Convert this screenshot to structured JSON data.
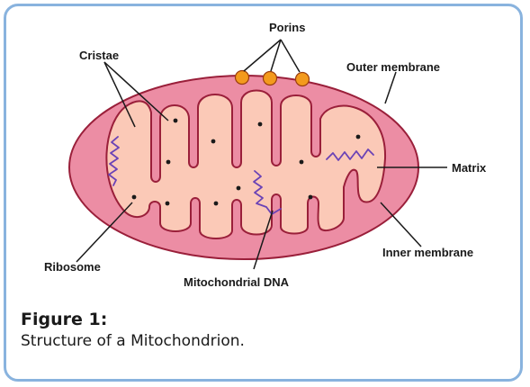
{
  "colors": {
    "border": "#89b3de",
    "outer_membrane": "#ec8da4",
    "matrix": "#fbc9b7",
    "membrane_stroke": "#9a1f3a",
    "porin": "#f39a1d",
    "dna": "#6a42b6"
  },
  "labels": {
    "porins": "Porins",
    "cristae": "Cristae",
    "outer_membrane": "Outer membrane",
    "matrix": "Matrix",
    "inner_membrane": "Inner membrane",
    "ribosome": "Ribosome",
    "mitochondrial_dna": "Mitochondrial DNA"
  },
  "caption": {
    "title": "Figure 1:",
    "text": "Structure of a Mitochondrion."
  }
}
